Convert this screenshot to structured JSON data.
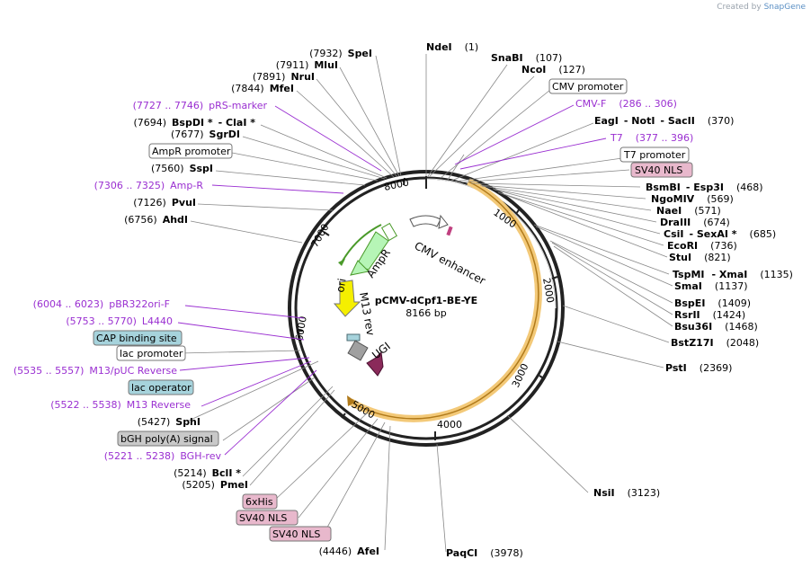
{
  "brand": {
    "created_by": "Created by",
    "name": "SnapGene"
  },
  "plasmid": {
    "name": "pCMV-dCpf1-BE-YE",
    "length": "8166 bp"
  },
  "ticks": [
    "1000",
    "2000",
    "3000",
    "4000",
    "5000",
    "6000",
    "7000",
    "8000"
  ],
  "features": {
    "cmv_enhancer": "CMV enhancer",
    "ampr": "AmpR",
    "ori": "ori",
    "m13rev": "M13 rev",
    "ugi": "UGI"
  },
  "right_labels": [
    {
      "enzymes": [
        "NdeI"
      ],
      "pos": "(1)"
    },
    {
      "enzymes": [
        "SnaBI"
      ],
      "pos": "(107)"
    },
    {
      "enzymes": [
        "NcoI"
      ],
      "pos": "(127)"
    },
    {
      "box": "CMV promoter"
    },
    {
      "primer": "CMV-F",
      "pos": "(286 .. 306)"
    },
    {
      "enzymes": [
        "EagI",
        "- NotI",
        "- SacII"
      ],
      "pos": "(370)"
    },
    {
      "primer": "T7",
      "pos": "(377 .. 396)"
    },
    {
      "box": "T7 promoter"
    },
    {
      "box": "SV40 NLS",
      "pink": true
    },
    {
      "enzymes": [
        "BsmBI",
        "- Esp3I"
      ],
      "pos": "(468)"
    },
    {
      "enzymes": [
        "NgoMIV"
      ],
      "pos": "(569)"
    },
    {
      "enzymes": [
        "NaeI"
      ],
      "pos": "(571)"
    },
    {
      "enzymes": [
        "DraIII"
      ],
      "pos": "(674)"
    },
    {
      "enzymes": [
        "CsiI",
        "- SexAI *"
      ],
      "pos": "(685)"
    },
    {
      "enzymes": [
        "EcoRI"
      ],
      "pos": "(736)"
    },
    {
      "enzymes": [
        "StuI"
      ],
      "pos": "(821)"
    },
    {
      "enzymes": [
        "TspMI",
        "- XmaI"
      ],
      "pos": "(1135)"
    },
    {
      "enzymes": [
        "SmaI"
      ],
      "pos": "(1137)"
    },
    {
      "enzymes": [
        "BspEI"
      ],
      "pos": "(1409)"
    },
    {
      "enzymes": [
        "RsrII"
      ],
      "pos": "(1424)"
    },
    {
      "enzymes": [
        "Bsu36I"
      ],
      "pos": "(1468)"
    },
    {
      "enzymes": [
        "BstZ17I"
      ],
      "pos": "(2048)"
    },
    {
      "enzymes": [
        "PstI"
      ],
      "pos": "(2369)"
    },
    {
      "enzymes": [
        "NsiI"
      ],
      "pos": "(3123)"
    },
    {
      "enzymes": [
        "PaqCI"
      ],
      "pos": "(3978)"
    }
  ],
  "left_labels": [
    {
      "pos": "(7932)",
      "enzymes": [
        "SpeI"
      ]
    },
    {
      "pos": "(7911)",
      "enzymes": [
        "MluI"
      ]
    },
    {
      "pos": "(7891)",
      "enzymes": [
        "NruI"
      ]
    },
    {
      "pos": "(7844)",
      "enzymes": [
        "MfeI"
      ]
    },
    {
      "primer": "pRS-marker",
      "pos": "(7727 .. 7746)"
    },
    {
      "pos": "(7694)",
      "enzymes": [
        "BspDI *",
        "- ClaI *"
      ]
    },
    {
      "pos": "(7677)",
      "enzymes": [
        "SgrDI"
      ]
    },
    {
      "box": "AmpR promoter"
    },
    {
      "pos": "(7560)",
      "enzymes": [
        "SspI"
      ]
    },
    {
      "primer": "Amp-R",
      "pos": "(7306 .. 7325)"
    },
    {
      "pos": "(7126)",
      "enzymes": [
        "PvuI"
      ]
    },
    {
      "pos": "(6756)",
      "enzymes": [
        "AhdI"
      ]
    },
    {
      "primer": "pBR322ori-F",
      "pos": "(6004 .. 6023)"
    },
    {
      "primer": "L4440",
      "pos": "(5753 .. 5770)"
    },
    {
      "box": "CAP binding site",
      "teal": true
    },
    {
      "box": "lac promoter"
    },
    {
      "primer": "M13/pUC Reverse",
      "pos": "(5535 .. 5557)"
    },
    {
      "box": "lac operator",
      "teal": true
    },
    {
      "primer": "M13 Reverse",
      "pos": "(5522 .. 5538)"
    },
    {
      "pos": "(5427)",
      "enzymes": [
        "SphI"
      ]
    },
    {
      "box": "bGH poly(A) signal",
      "gray": true
    },
    {
      "primer": "BGH-rev",
      "pos": "(5221 .. 5238)"
    },
    {
      "pos": "(5214)",
      "enzymes": [
        "BclI *"
      ]
    },
    {
      "pos": "(5205)",
      "enzymes": [
        "PmeI"
      ]
    },
    {
      "box": "6xHis",
      "pink": true
    },
    {
      "box": "SV40 NLS",
      "pink": true
    },
    {
      "box": "SV40 NLS",
      "pink": true
    },
    {
      "pos": "(4446)",
      "enzymes": [
        "AfeI"
      ]
    }
  ],
  "colors": {
    "primer": "#9a2fd1",
    "feature_orange": "#f3c978",
    "feature_orange_edge": "#b07a1b",
    "ampr": "#b6f5b6",
    "ori": "#f5ef00",
    "ugi": "#8a2a5a",
    "pink_box": "#e8b8cc",
    "teal_box": "#a6d3dc",
    "gray_box": "#c9c9c9",
    "green_arrow": "#4a9a2a"
  }
}
